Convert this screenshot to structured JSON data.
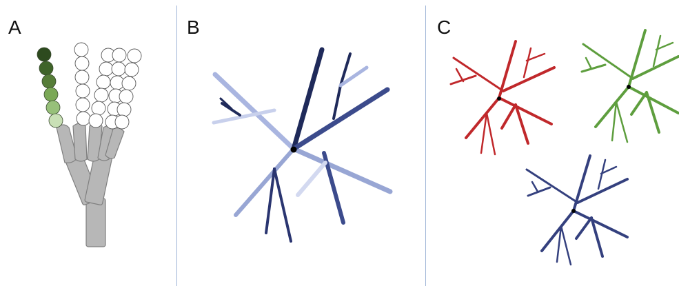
{
  "panels": {
    "a": {
      "label": "A"
    },
    "b": {
      "label": "B"
    },
    "c": {
      "label": "C"
    }
  },
  "colors": {
    "stalk": "#b7b7b7",
    "stalk_outline": "#7f7f7f",
    "spore_chain": [
      "#2d4a1e",
      "#3f6429",
      "#567d38",
      "#7aa856",
      "#97c07a",
      "#c9e0b6"
    ],
    "divider": "#9db4d6",
    "tree_red": "#c0282b",
    "tree_green": "#5e9e3e",
    "tree_blue": "#34407e",
    "panel_b_dark": "#1f2a5a",
    "panel_b_mid": "#3c4b8c",
    "panel_b_light": "#98a6d4"
  }
}
